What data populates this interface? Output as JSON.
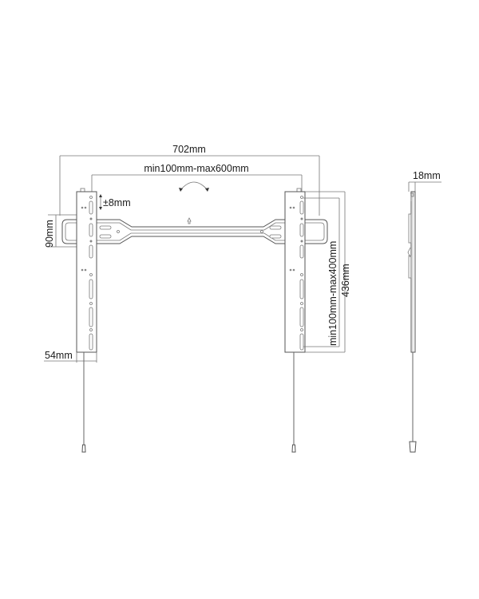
{
  "diagram": {
    "type": "technical drawing",
    "subject": "flat TV wall mount bracket",
    "views": [
      "front",
      "side"
    ],
    "colors": {
      "line": "#555555",
      "dimension_line": "#777777",
      "text": "#1a1a1a",
      "background": "#ffffff"
    }
  },
  "dimensions": {
    "overall_width": "702mm",
    "vesa_horizontal": "min100mm-max600mm",
    "vertical_adjust": "±8mm",
    "wall_plate_height": "90mm",
    "rail_width": "54mm",
    "vesa_vertical": "min100mm-max400mm",
    "rail_height": "436mm",
    "profile_depth": "18mm"
  }
}
